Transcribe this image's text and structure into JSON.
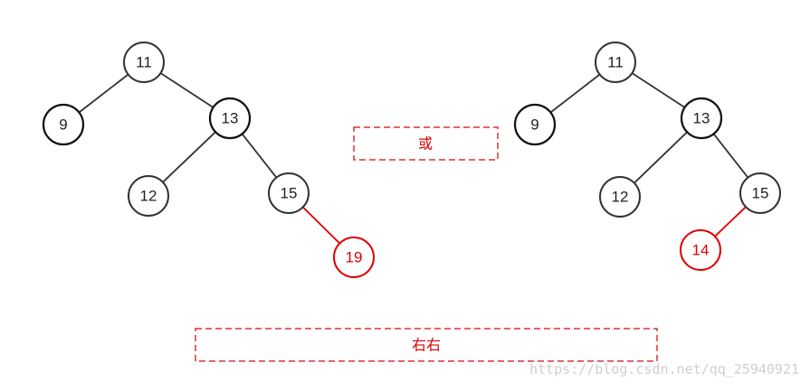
{
  "colors": {
    "node_stroke": "#333333",
    "inserted_node": "#e00000",
    "dashed_box": "#e03030",
    "watermark": "#cfcfcf"
  },
  "trees": [
    {
      "nodes": [
        {
          "id": "n11",
          "label": "11"
        },
        {
          "id": "n9",
          "label": "9"
        },
        {
          "id": "n13",
          "label": "13"
        },
        {
          "id": "n12",
          "label": "12"
        },
        {
          "id": "n15",
          "label": "15"
        },
        {
          "id": "n19",
          "label": "19",
          "inserted": true
        }
      ],
      "edges": [
        {
          "from": "n11",
          "to": "n9"
        },
        {
          "from": "n11",
          "to": "n13"
        },
        {
          "from": "n13",
          "to": "n12"
        },
        {
          "from": "n13",
          "to": "n15"
        },
        {
          "from": "n15",
          "to": "n19",
          "inserted": true
        }
      ]
    },
    {
      "nodes": [
        {
          "id": "m11",
          "label": "11"
        },
        {
          "id": "m9",
          "label": "9"
        },
        {
          "id": "m13",
          "label": "13"
        },
        {
          "id": "m12",
          "label": "12"
        },
        {
          "id": "m15",
          "label": "15"
        },
        {
          "id": "m14",
          "label": "14",
          "inserted": true
        }
      ],
      "edges": [
        {
          "from": "m11",
          "to": "m9"
        },
        {
          "from": "m11",
          "to": "m13"
        },
        {
          "from": "m13",
          "to": "m12"
        },
        {
          "from": "m13",
          "to": "m15"
        },
        {
          "from": "m15",
          "to": "m14",
          "inserted": true
        }
      ]
    }
  ],
  "labels": {
    "or_label": "或",
    "case_label": "右右"
  },
  "watermark": "https://blog.csdn.net/qq_25940921"
}
